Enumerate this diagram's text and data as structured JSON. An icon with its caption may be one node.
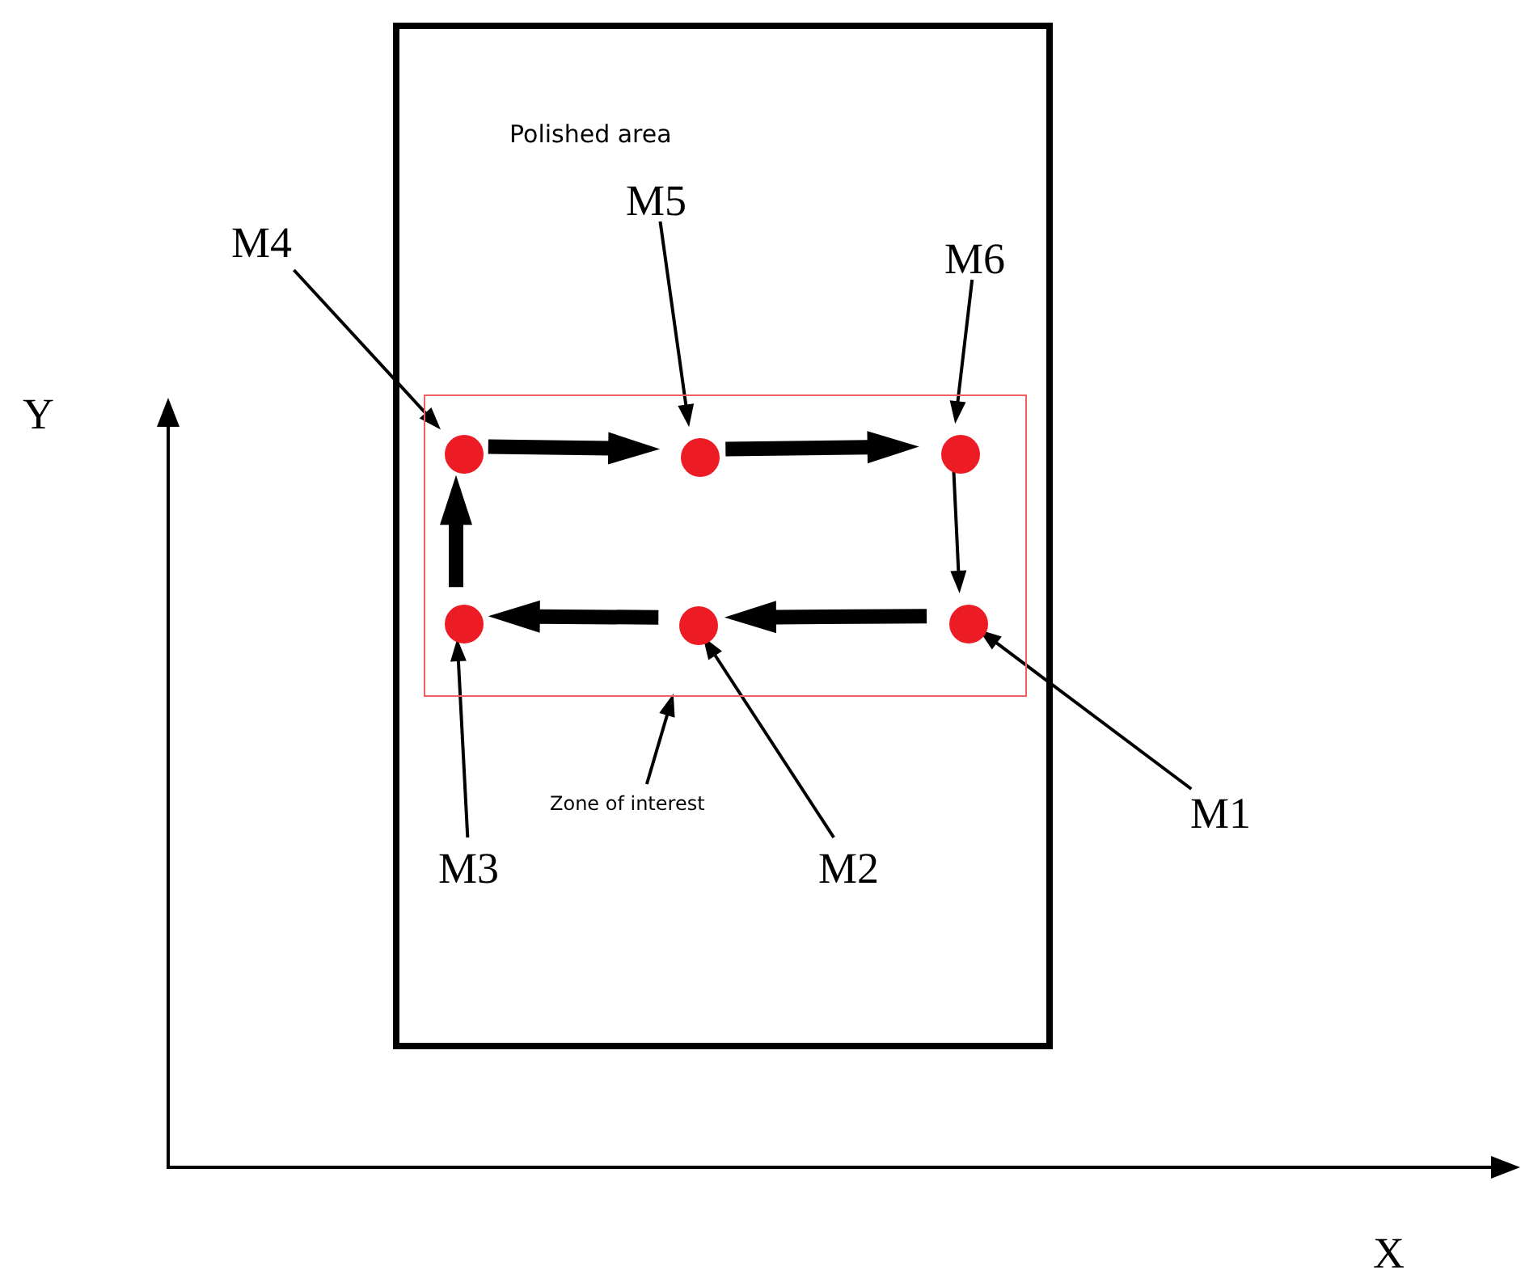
{
  "diagram": {
    "nodes": [
      {
        "text": [
          "Polished area"
        ]
      },
      {
        "text": [
          "M5"
        ],
        "in": 0
      },
      {
        "text": [
          "M4"
        ]
      },
      {
        "text": [
          "M6"
        ],
        "in": 0
      },
      {
        "text": [],
        "shape": "box",
        "in": 0
      },
      {
        "text": [],
        "shape": "circle",
        "in": 4
      },
      {
        "text": [],
        "shape": "circle",
        "in": 4
      },
      {
        "text": [],
        "shape": "circle",
        "in": 4
      },
      {
        "text": [],
        "shape": "circle",
        "in": 4
      },
      {
        "text": [],
        "shape": "circle",
        "in": 4
      },
      {
        "text": [],
        "shape": "circle",
        "in": 4
      },
      {
        "text": [
          "Zone of interest"
        ],
        "in": 0
      },
      {
        "text": [
          "M1"
        ]
      },
      {
        "text": [
          "M3"
        ],
        "in": 0
      },
      {
        "text": [
          "M2"
        ],
        "in": 0
      }
    ],
    "edges": [
      {
        "from": 2,
        "to": 5,
        "arrow": "to"
      },
      {
        "from": 1,
        "to": 6,
        "arrow": "to"
      },
      {
        "from": 3,
        "to": 7,
        "arrow": "to"
      },
      {
        "from": 12,
        "to": 10,
        "arrow": "to"
      },
      {
        "from": 14,
        "to": 9,
        "arrow": "to"
      },
      {
        "from": 13,
        "to": 8,
        "arrow": "to"
      },
      {
        "from": 8,
        "to": 5,
        "arrow": "to",
        "style": "thick"
      },
      {
        "from": 5,
        "to": 6,
        "arrow": "to",
        "style": "thick"
      },
      {
        "from": 6,
        "to": 7,
        "arrow": "to",
        "style": "thick"
      },
      {
        "from": 7,
        "to": 10,
        "arrow": "to"
      },
      {
        "from": 10,
        "to": 9,
        "arrow": "to",
        "style": "thick"
      },
      {
        "from": 9,
        "to": 8,
        "arrow": "to",
        "style": "thick"
      },
      {
        "from": 11,
        "to": 4,
        "arrow": "to"
      }
    ],
    "labels": [
      "Y",
      "X"
    ]
  }
}
